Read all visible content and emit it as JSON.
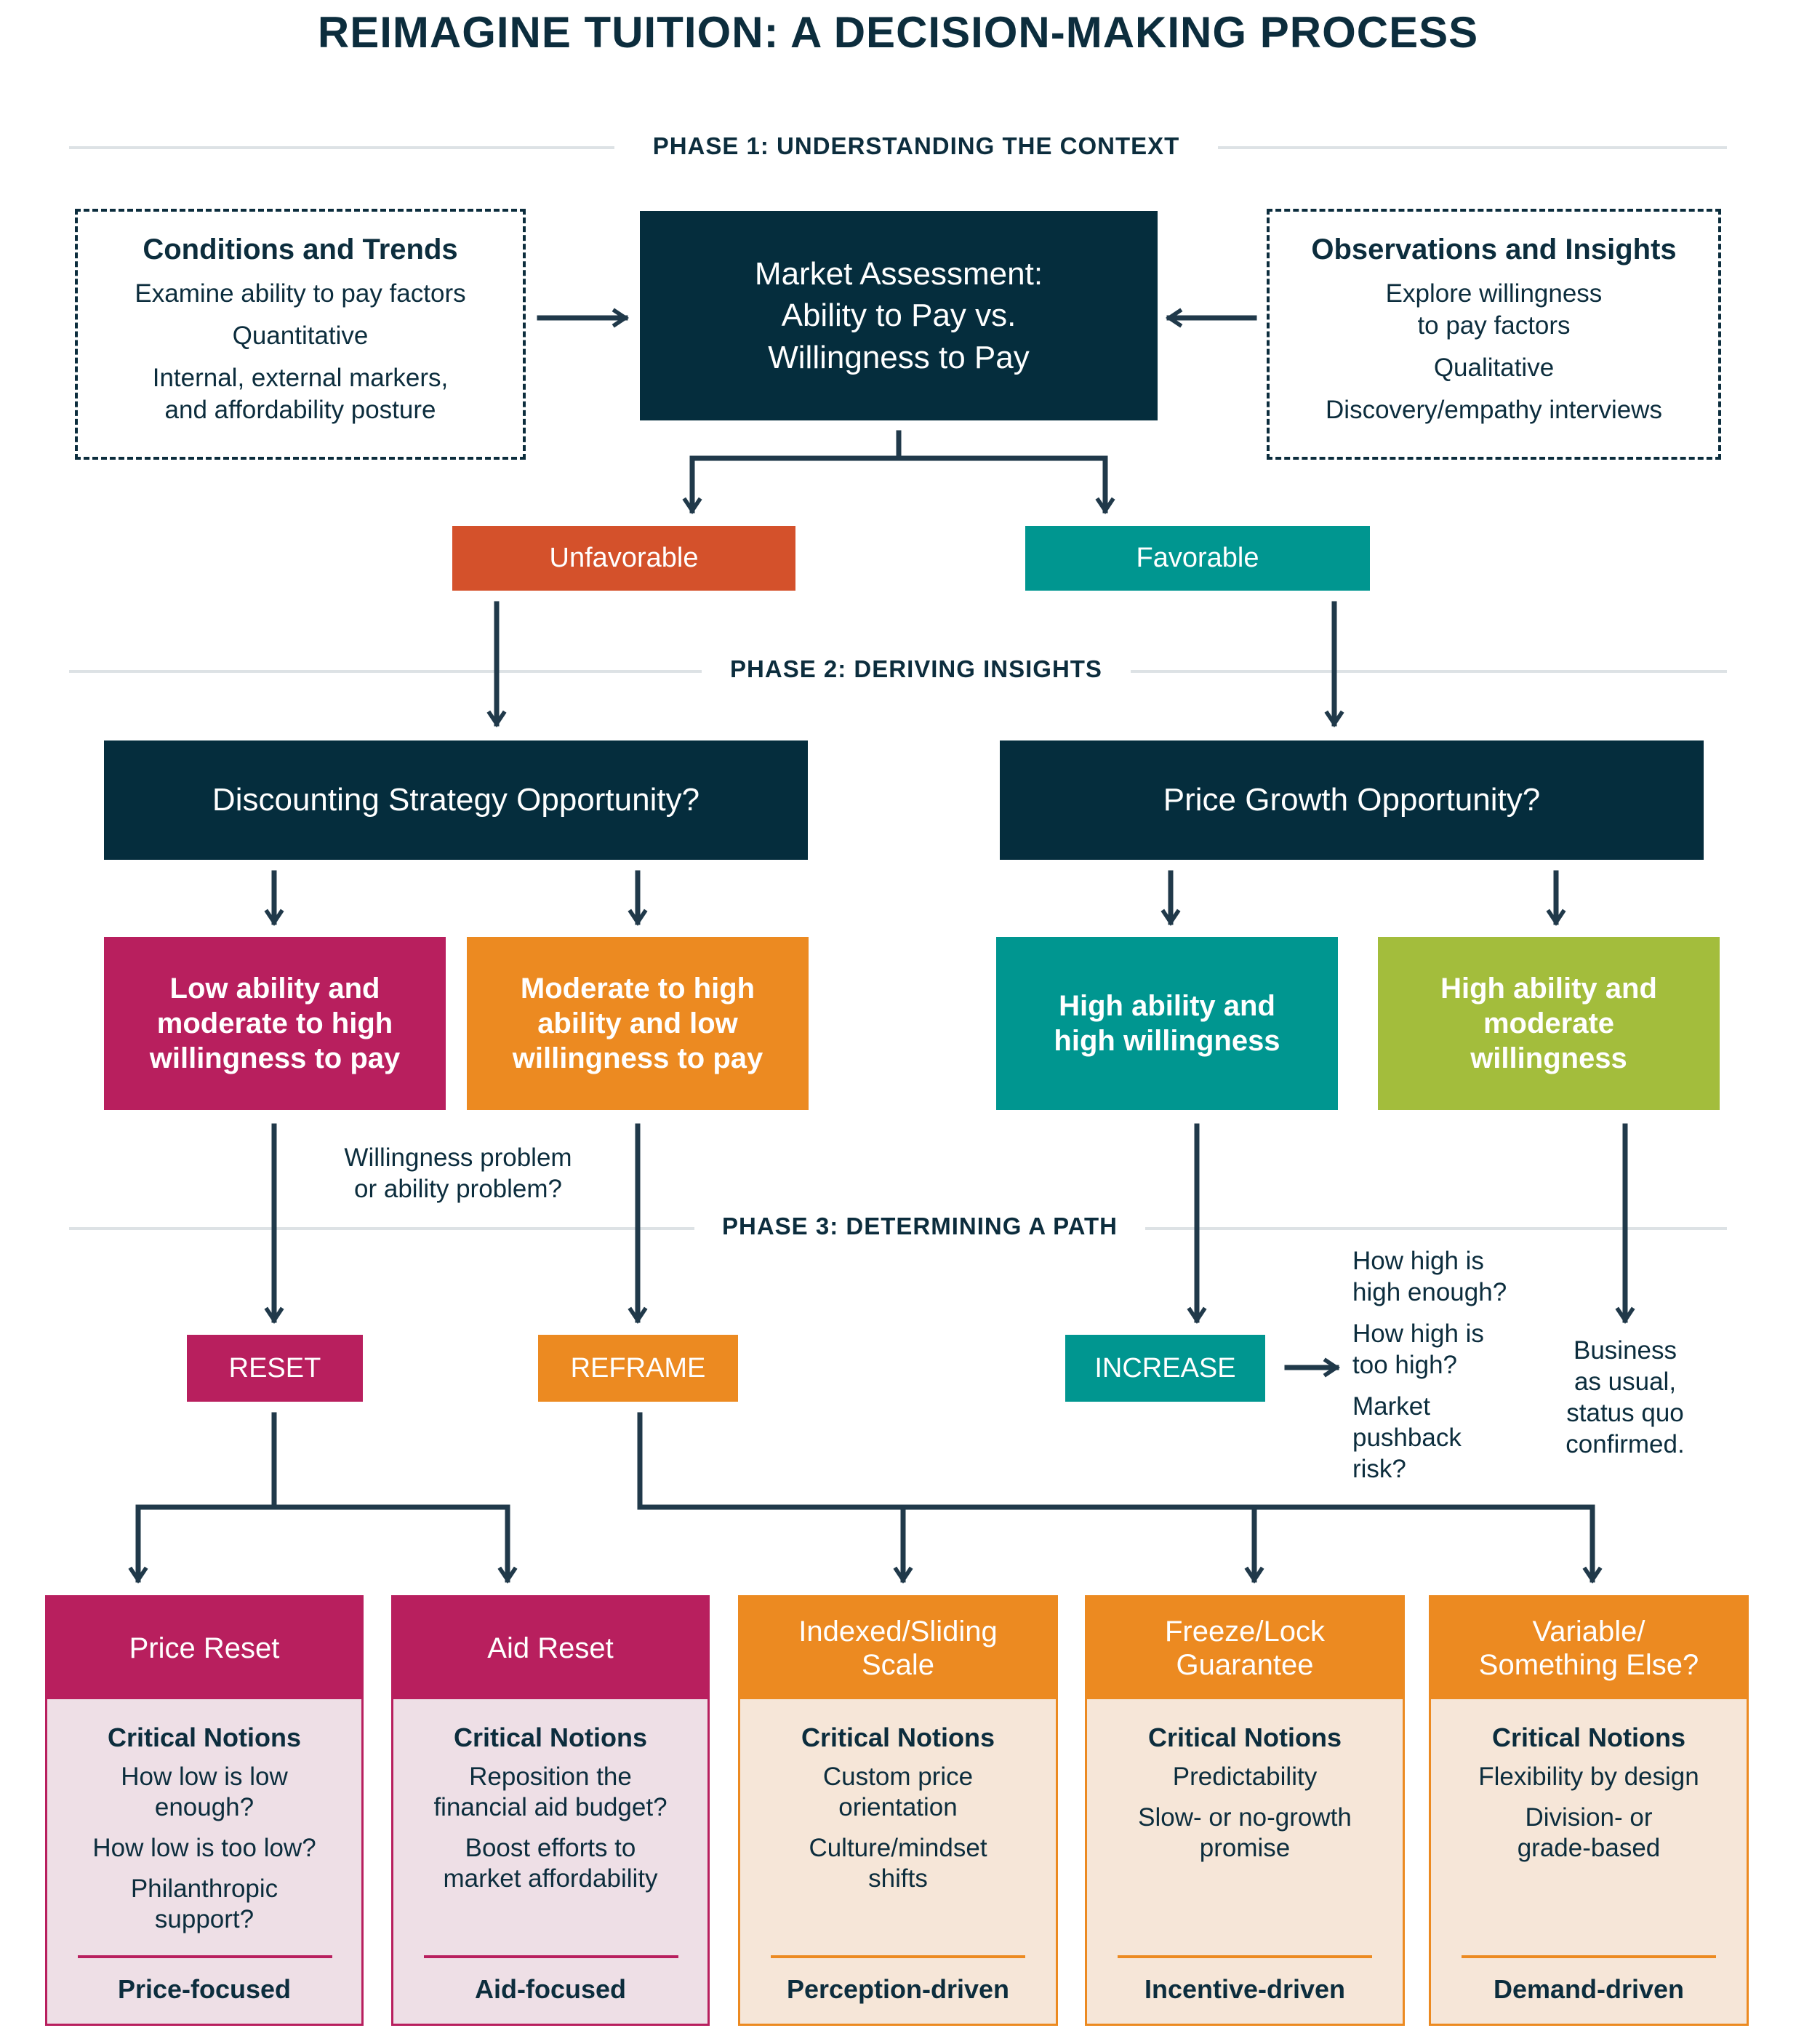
{
  "title": "REIMAGINE TUITION: A DECISION-MAKING PROCESS",
  "phases": {
    "p1": "PHASE 1: UNDERSTANDING THE CONTEXT",
    "p2": "PHASE 2: DERIVING INSIGHTS",
    "p3": "PHASE 3: DETERMINING A PATH"
  },
  "conditions": {
    "heading": "Conditions and Trends",
    "lines": [
      "Examine ability to pay factors",
      "Quantitative",
      "Internal, external markers,\nand affordability posture"
    ]
  },
  "market": {
    "text": "Market Assessment:\nAbility to Pay vs.\nWillingness to Pay"
  },
  "observations": {
    "heading": "Observations and Insights",
    "lines": [
      "Explore willingness\nto pay factors",
      "Qualitative",
      "Discovery/empathy interviews"
    ]
  },
  "outcomes": {
    "unfavorable": "Unfavorable",
    "favorable": "Favorable"
  },
  "questions": {
    "discounting": "Discounting Strategy Opportunity?",
    "price_growth": "Price Growth Opportunity?"
  },
  "segments": [
    {
      "text": "Low ability and\nmoderate to high\nwillingness to pay",
      "color": "#b81f5e"
    },
    {
      "text": "Moderate to high\nability and low\nwillingness to pay",
      "color": "#ec8a21"
    },
    {
      "text": "High ability and\nhigh willingness",
      "color": "#009690"
    },
    {
      "text": "High ability and\nmoderate\nwillingness",
      "color": "#a3bd3c"
    }
  ],
  "notes": {
    "problem": "Willingness problem\nor ability problem?",
    "increase_questions": [
      "How high is\nhigh enough?",
      "How high is\ntoo high?",
      "Market\npushback\nrisk?"
    ],
    "business_as_usual": "Business\nas usual,\nstatus quo\nconfirmed."
  },
  "paths": {
    "reset": "RESET",
    "reframe": "REFRAME",
    "increase": "INCREASE"
  },
  "cards": [
    {
      "head": "Price Reset",
      "critical": "Critical Notions",
      "items": [
        "How low is low\nenough?",
        "How low is too low?",
        "Philanthropic\nsupport?"
      ],
      "foot": "Price-focused",
      "color": "#b81f5e",
      "tint": "#eedfe6"
    },
    {
      "head": "Aid Reset",
      "critical": "Critical Notions",
      "items": [
        "Reposition the\nfinancial aid budget?",
        "Boost efforts to\nmarket affordability"
      ],
      "foot": "Aid-focused",
      "color": "#b81f5e",
      "tint": "#eedfe6"
    },
    {
      "head": "Indexed/Sliding\nScale",
      "critical": "Critical Notions",
      "items": [
        "Custom price\norientation",
        "Culture/mindset\nshifts"
      ],
      "foot": "Perception-driven",
      "color": "#ec8a21",
      "tint": "#f6e6d8"
    },
    {
      "head": "Freeze/Lock\nGuarantee",
      "critical": "Critical Notions",
      "items": [
        "Predictability",
        "Slow- or no-growth\npromise"
      ],
      "foot": "Incentive-driven",
      "color": "#ec8a21",
      "tint": "#f6e6d8"
    },
    {
      "head": "Variable/\nSomething Else?",
      "critical": "Critical Notions",
      "items": [
        "Flexibility by design",
        "Division- or\ngrade-based"
      ],
      "foot": "Demand-driven",
      "color": "#ec8a21",
      "tint": "#f6e6d8"
    }
  ],
  "colors": {
    "navy": "#052d3d",
    "unfavorable": "#d4512b",
    "favorable": "#009690",
    "magenta": "#b81f5e",
    "orange": "#ec8a21",
    "teal": "#009690",
    "green": "#a3bd3c"
  }
}
